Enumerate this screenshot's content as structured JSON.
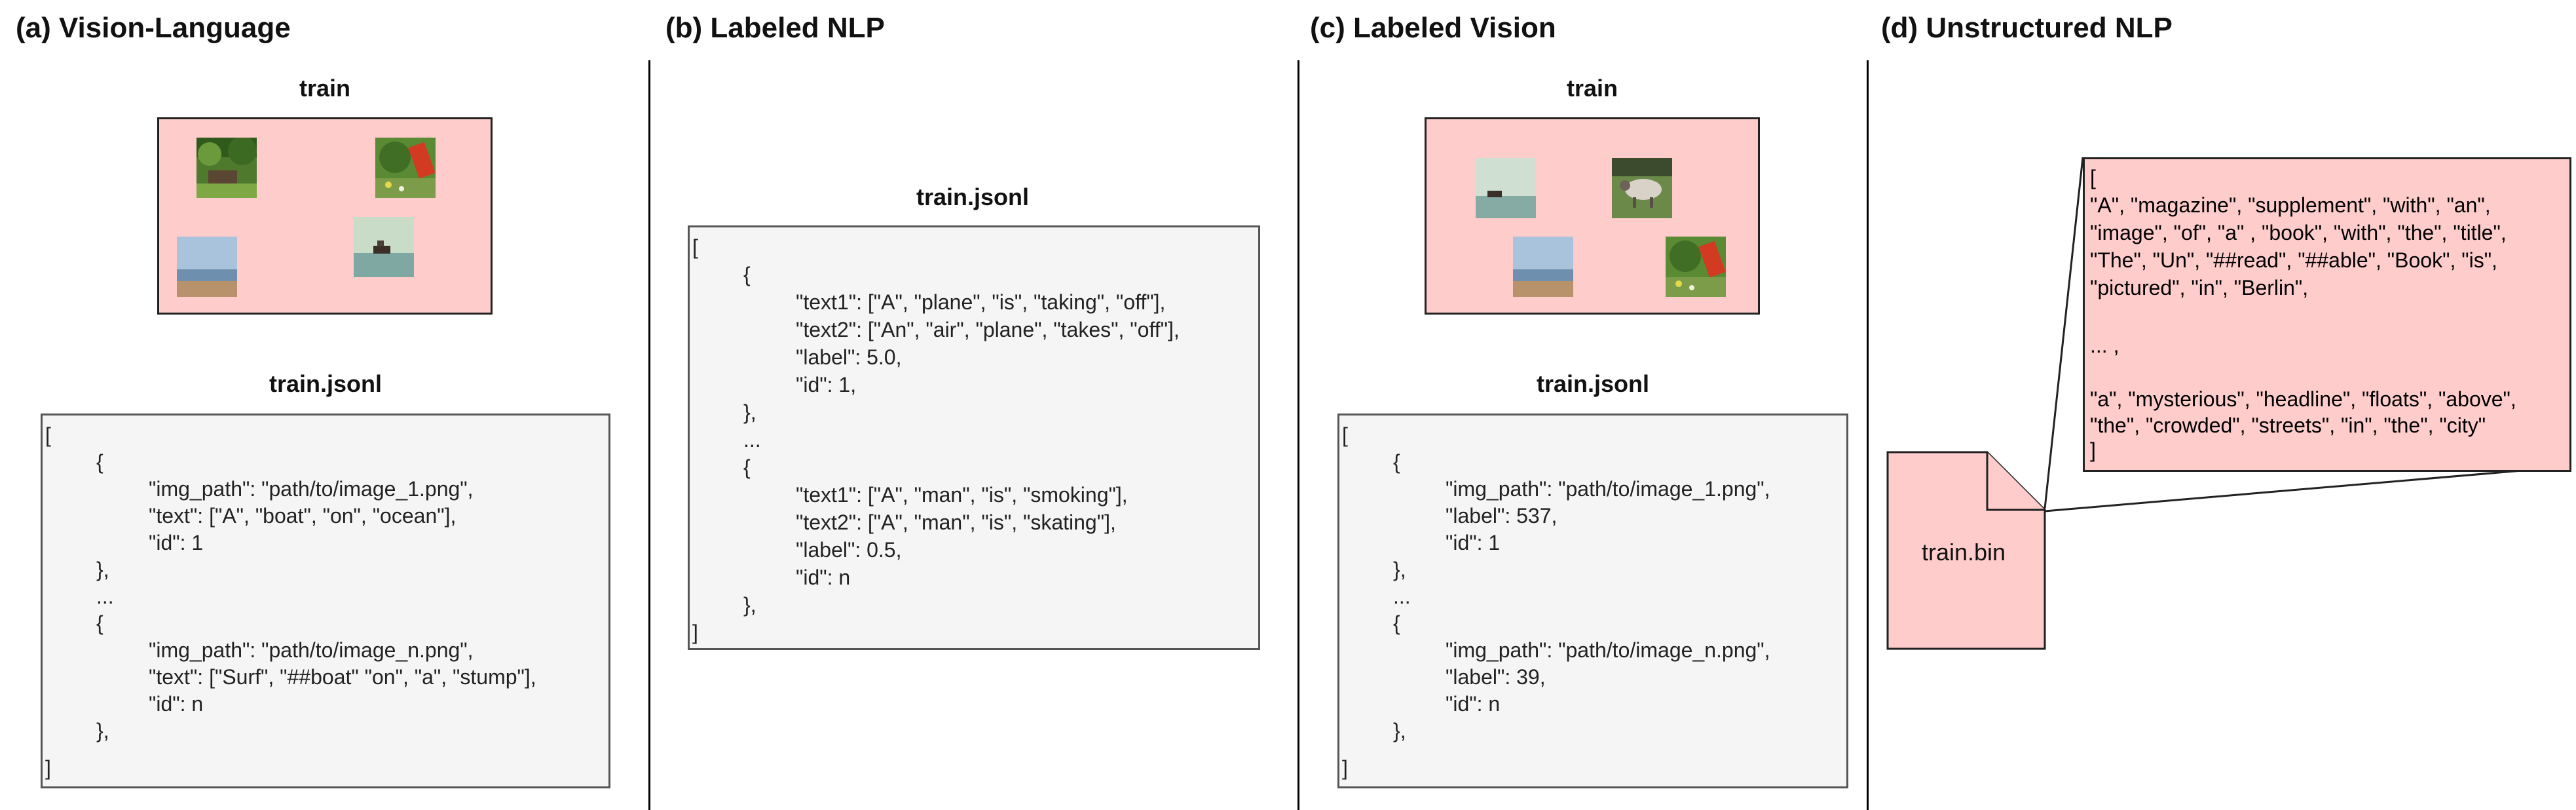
{
  "panels": {
    "a": {
      "title": "(a) Vision-Language",
      "image_label": "train",
      "file_label": "train.jsonl",
      "json_lines": [
        "[",
        "{",
        "\"img_path\": \"path/to/image_1.png\",",
        "\"text\": [\"A\", \"boat\", \"on\", \"ocean\"],",
        "\"id\": 1",
        "},",
        "...",
        "{",
        "\"img_path\": \"path/to/image_n.png\",",
        "\"text\": [\"Surf\", \"##boat\" \"on\", \"a\", \"stump\"],",
        "\"id\": n",
        "},",
        "]"
      ]
    },
    "b": {
      "title": "(b) Labeled NLP",
      "file_label": "train.jsonl",
      "json_lines": [
        "[",
        "{",
        "\"text1\": [\"A\", \"plane\", \"is\", \"taking\", \"off\"],",
        "\"text2\": [\"An\", \"air\", \"plane\", \"takes\", \"off\"],",
        "\"label\": 5.0,",
        "\"id\": 1,",
        "},",
        "...",
        "{",
        "\"text1\": [\"A\", \"man\", \"is\", \"smoking\"],",
        "\"text2\": [\"A\", \"man\", \"is\", \"skating\"],",
        "\"label\": 0.5,",
        "\"id\": n",
        "},",
        "]"
      ]
    },
    "c": {
      "title": "(c) Labeled Vision",
      "image_label": "train",
      "file_label": "train.jsonl",
      "json_lines": [
        "[",
        "{",
        "\"img_path\": \"path/to/image_1.png\",",
        "\"label\": 537,",
        "\"id\": 1",
        "},",
        "...",
        "{",
        "\"img_path\": \"path/to/image_n.png\",",
        "\"label\": 39,",
        "\"id\": n",
        "},",
        "]"
      ]
    },
    "d": {
      "title": "(d) Unstructured NLP",
      "file_label": "train.bin",
      "text_lines": [
        "[",
        "\"A\", \"magazine\", \"supplement\", \"with\", \"an\",",
        "\"image\", \"of\", \"a\" , \"book\", \"with\", \"the\", \"title\",",
        "\"The\", \"Un\", \"##read\", \"##able\", \"Book\", \"is\",",
        "\"pictured\", \"in\", \"Berlin\",",
        "",
        "... ,",
        "",
        "\"a\", \"mysterious\", \"headline\", \"floats\", \"above\",",
        "\"the\", \"crowded\", \"streets\", \"in\", \"the\", \"city\"",
        "]"
      ]
    }
  },
  "colors": {
    "pink": "#ffcccc",
    "json_bg": "#f5f5f5"
  },
  "thumbnails": {
    "a": [
      "forest-photo",
      "bench-flowers-photo",
      "beach-photo",
      "boat-on-sea-photo"
    ],
    "c": [
      "boat-on-sea-photo",
      "sheep-photo",
      "beach-photo",
      "bench-flowers-photo"
    ]
  }
}
